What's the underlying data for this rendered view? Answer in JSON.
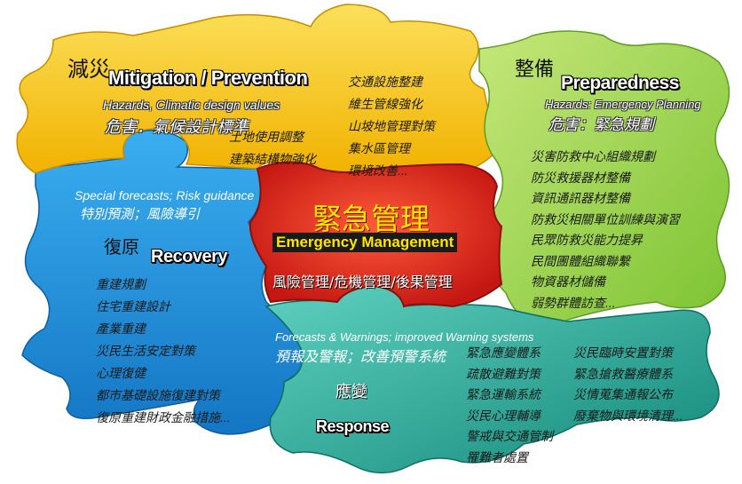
{
  "mitigation": {
    "zh_title": "減災",
    "en_title": "Mitigation / Prevention",
    "sub_en": "Hazards, Climatic design values",
    "sub_zh": "危害．氣候設計標準",
    "items_left": [
      "土地使用調整",
      "建築結構物強化"
    ],
    "items_right": [
      "交通設施整建",
      "維生管線強化",
      "山坡地管理對策",
      "集水區管理",
      "環境改善..."
    ]
  },
  "preparedness": {
    "zh_title": "整備",
    "en_title": "Preparedness",
    "sub_en": "Hazards: Emergency Planning",
    "sub_zh": "危害：緊急規劃",
    "items": [
      "災害防救中心組織規劃",
      "防災救援器材整備",
      "資訊通訊器材整備",
      "防救災相關單位訓練與演習",
      "民眾防救災能力提昇",
      "民間團體組織聯繫",
      "物資器材儲備",
      "弱勢群體訪查..."
    ]
  },
  "recovery": {
    "sub_en": "Special forecasts; Risk guidance",
    "sub_zh": "特別預測；風險導引",
    "zh_title": "復原",
    "en_title": "Recovery",
    "items": [
      "重建規劃",
      "住宅重建設計",
      "產業重建",
      "災民生活安定對策",
      "心理復健",
      "都市基礎設施復建對策",
      "復原重建財政金融措施..."
    ]
  },
  "center": {
    "zh_title": "緊急管理",
    "en_title": "Emergency Management",
    "sub": "風險管理/危機管理/後果管理"
  },
  "response": {
    "sub_en": "Forecasts & Warnings; improved Warning systems",
    "sub_zh": "預報及警報；改善預警系統",
    "zh_title": "應變",
    "en_title": "Response",
    "items_left": [
      "緊急應變體系",
      "疏散避難對策",
      "緊急運輸系統",
      "災民心理輔導",
      "警戒與交通管制",
      "罹難者處置"
    ],
    "items_right": [
      "災民臨時安置對策",
      "緊急搶救醫療體系",
      "災情蒐集通報公布",
      "廢棄物與環境清理..."
    ]
  },
  "colors": {
    "yellow": "#f7c21a",
    "green": "#8fce3c",
    "blue": "#1c8fd6",
    "teal": "#1ea596",
    "red": "#e02a1e",
    "center_text": "#ffe600"
  }
}
